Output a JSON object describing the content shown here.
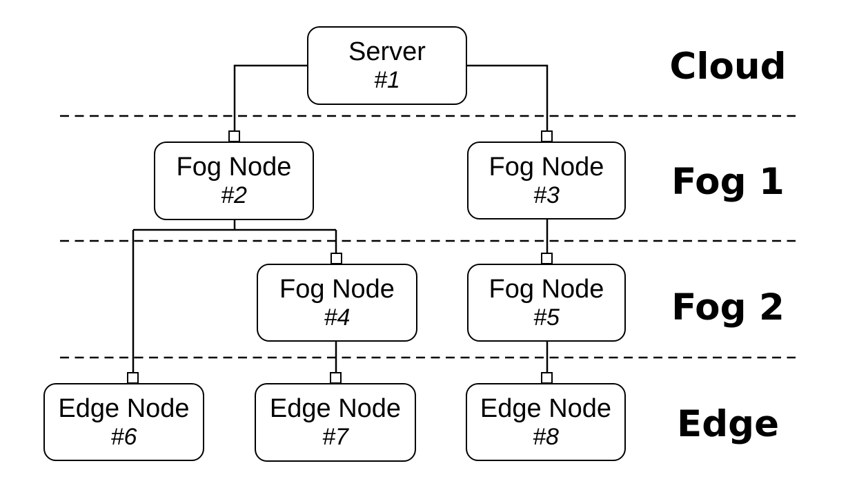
{
  "colors": {
    "background": "#ffffff",
    "line": "#000000",
    "box_fill": "#ffffff",
    "text": "#000000"
  },
  "layers": [
    {
      "id": "cloud",
      "label": "Cloud"
    },
    {
      "id": "fog1",
      "label": "Fog 1"
    },
    {
      "id": "fog2",
      "label": "Fog 2"
    },
    {
      "id": "edge",
      "label": "Edge"
    }
  ],
  "nodes": [
    {
      "key": "server-1",
      "label": "Server",
      "number": "#1",
      "layer": "Cloud"
    },
    {
      "key": "fog-node-2",
      "label": "Fog Node",
      "number": "#2",
      "layer": "Fog 1"
    },
    {
      "key": "fog-node-3",
      "label": "Fog Node",
      "number": "#3",
      "layer": "Fog 1"
    },
    {
      "key": "fog-node-4",
      "label": "Fog Node",
      "number": "#4",
      "layer": "Fog 2"
    },
    {
      "key": "fog-node-5",
      "label": "Fog Node",
      "number": "#5",
      "layer": "Fog 2"
    },
    {
      "key": "edge-node-6",
      "label": "Edge Node",
      "number": "#6",
      "layer": "Edge"
    },
    {
      "key": "edge-node-7",
      "label": "Edge Node",
      "number": "#7",
      "layer": "Edge"
    },
    {
      "key": "edge-node-8",
      "label": "Edge Node",
      "number": "#8",
      "layer": "Edge"
    }
  ],
  "connections": [
    {
      "from": "#1",
      "to": "#2"
    },
    {
      "from": "#1",
      "to": "#3"
    },
    {
      "from": "#2",
      "to": "#4"
    },
    {
      "from": "#2",
      "to": "#6"
    },
    {
      "from": "#3",
      "to": "#5"
    },
    {
      "from": "#4",
      "to": "#7"
    },
    {
      "from": "#5",
      "to": "#8"
    }
  ]
}
